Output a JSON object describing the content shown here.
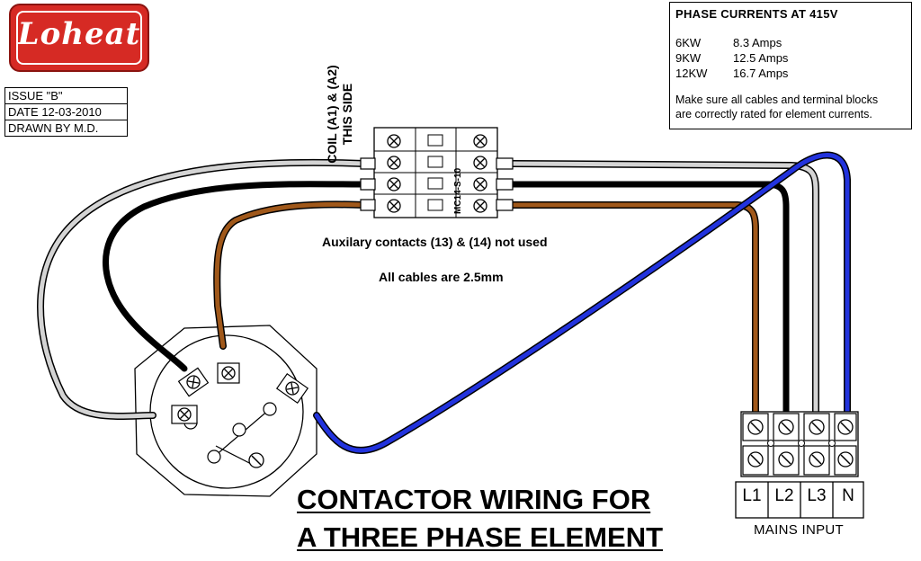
{
  "logo": {
    "text": "Loheat"
  },
  "issue_box": {
    "issue": "ISSUE \"B\"",
    "date": "DATE  12-03-2010",
    "drawn_by": "DRAWN BY M.D."
  },
  "phase_currents": {
    "title": "PHASE CURRENTS  AT  415V",
    "rows": [
      {
        "kw": "6KW",
        "amps": "8.3 Amps"
      },
      {
        "kw": "9KW",
        "amps": "12.5 Amps"
      },
      {
        "kw": "12KW",
        "amps": "16.7 Amps"
      }
    ],
    "note_line1": "Make sure all cables and terminal blocks",
    "note_line2": "are correctly rated for element currents."
  },
  "contactor": {
    "coil_label_line1": "COIL (A1) & (A2)",
    "coil_label_line2": "THIS SIDE",
    "model": "MC14-S-10"
  },
  "notes": {
    "aux": "Auxilary contacts (13) & (14) not used",
    "cables": "All cables are 2.5mm"
  },
  "mains": {
    "label": "MAINS INPUT",
    "phases": [
      "L1",
      "L2",
      "L3",
      "N"
    ]
  },
  "title": {
    "line1": "CONTACTOR WIRING FOR",
    "line2": "A THREE PHASE ELEMENT"
  },
  "colors": {
    "brown": "#9a5412",
    "black": "#000000",
    "grey": "#cfcfcf",
    "blue": "#1f2fd6",
    "logo_red": "#d62a24"
  }
}
